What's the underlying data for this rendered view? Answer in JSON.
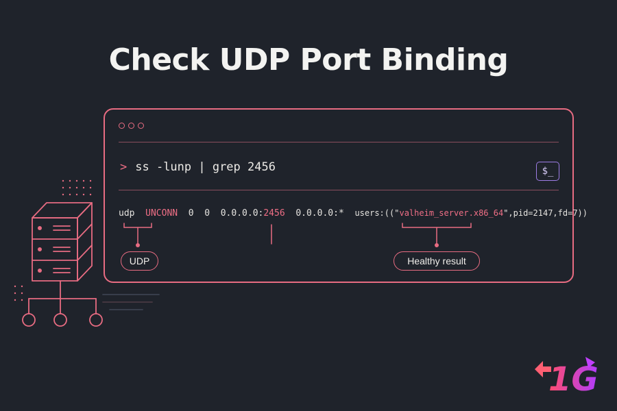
{
  "header": {
    "title": "Check UDP Port Binding"
  },
  "terminal": {
    "prompt_symbol": ">",
    "command": "ss -lunp | grep 2456",
    "shell_icon_label": "$_",
    "output": {
      "proto": "udp",
      "state": "UNCONN",
      "recv_q": "0",
      "send_q": "0",
      "local_ip": "0.0.0.0:",
      "local_port": "2456",
      "peer": "0.0.0.0:*",
      "users_prefix": "users:((\"",
      "process_name": "valheim_server.x86_64",
      "users_suffix": "\",pid=2147,fd=7))"
    },
    "annotations": {
      "udp_badge": "UDP",
      "healthy_badge": "Healthy result"
    }
  },
  "logo": {
    "text": "1G"
  },
  "colors": {
    "background": "#1f232b",
    "accent": "#e86c82",
    "icon_border": "#9e7de6"
  }
}
